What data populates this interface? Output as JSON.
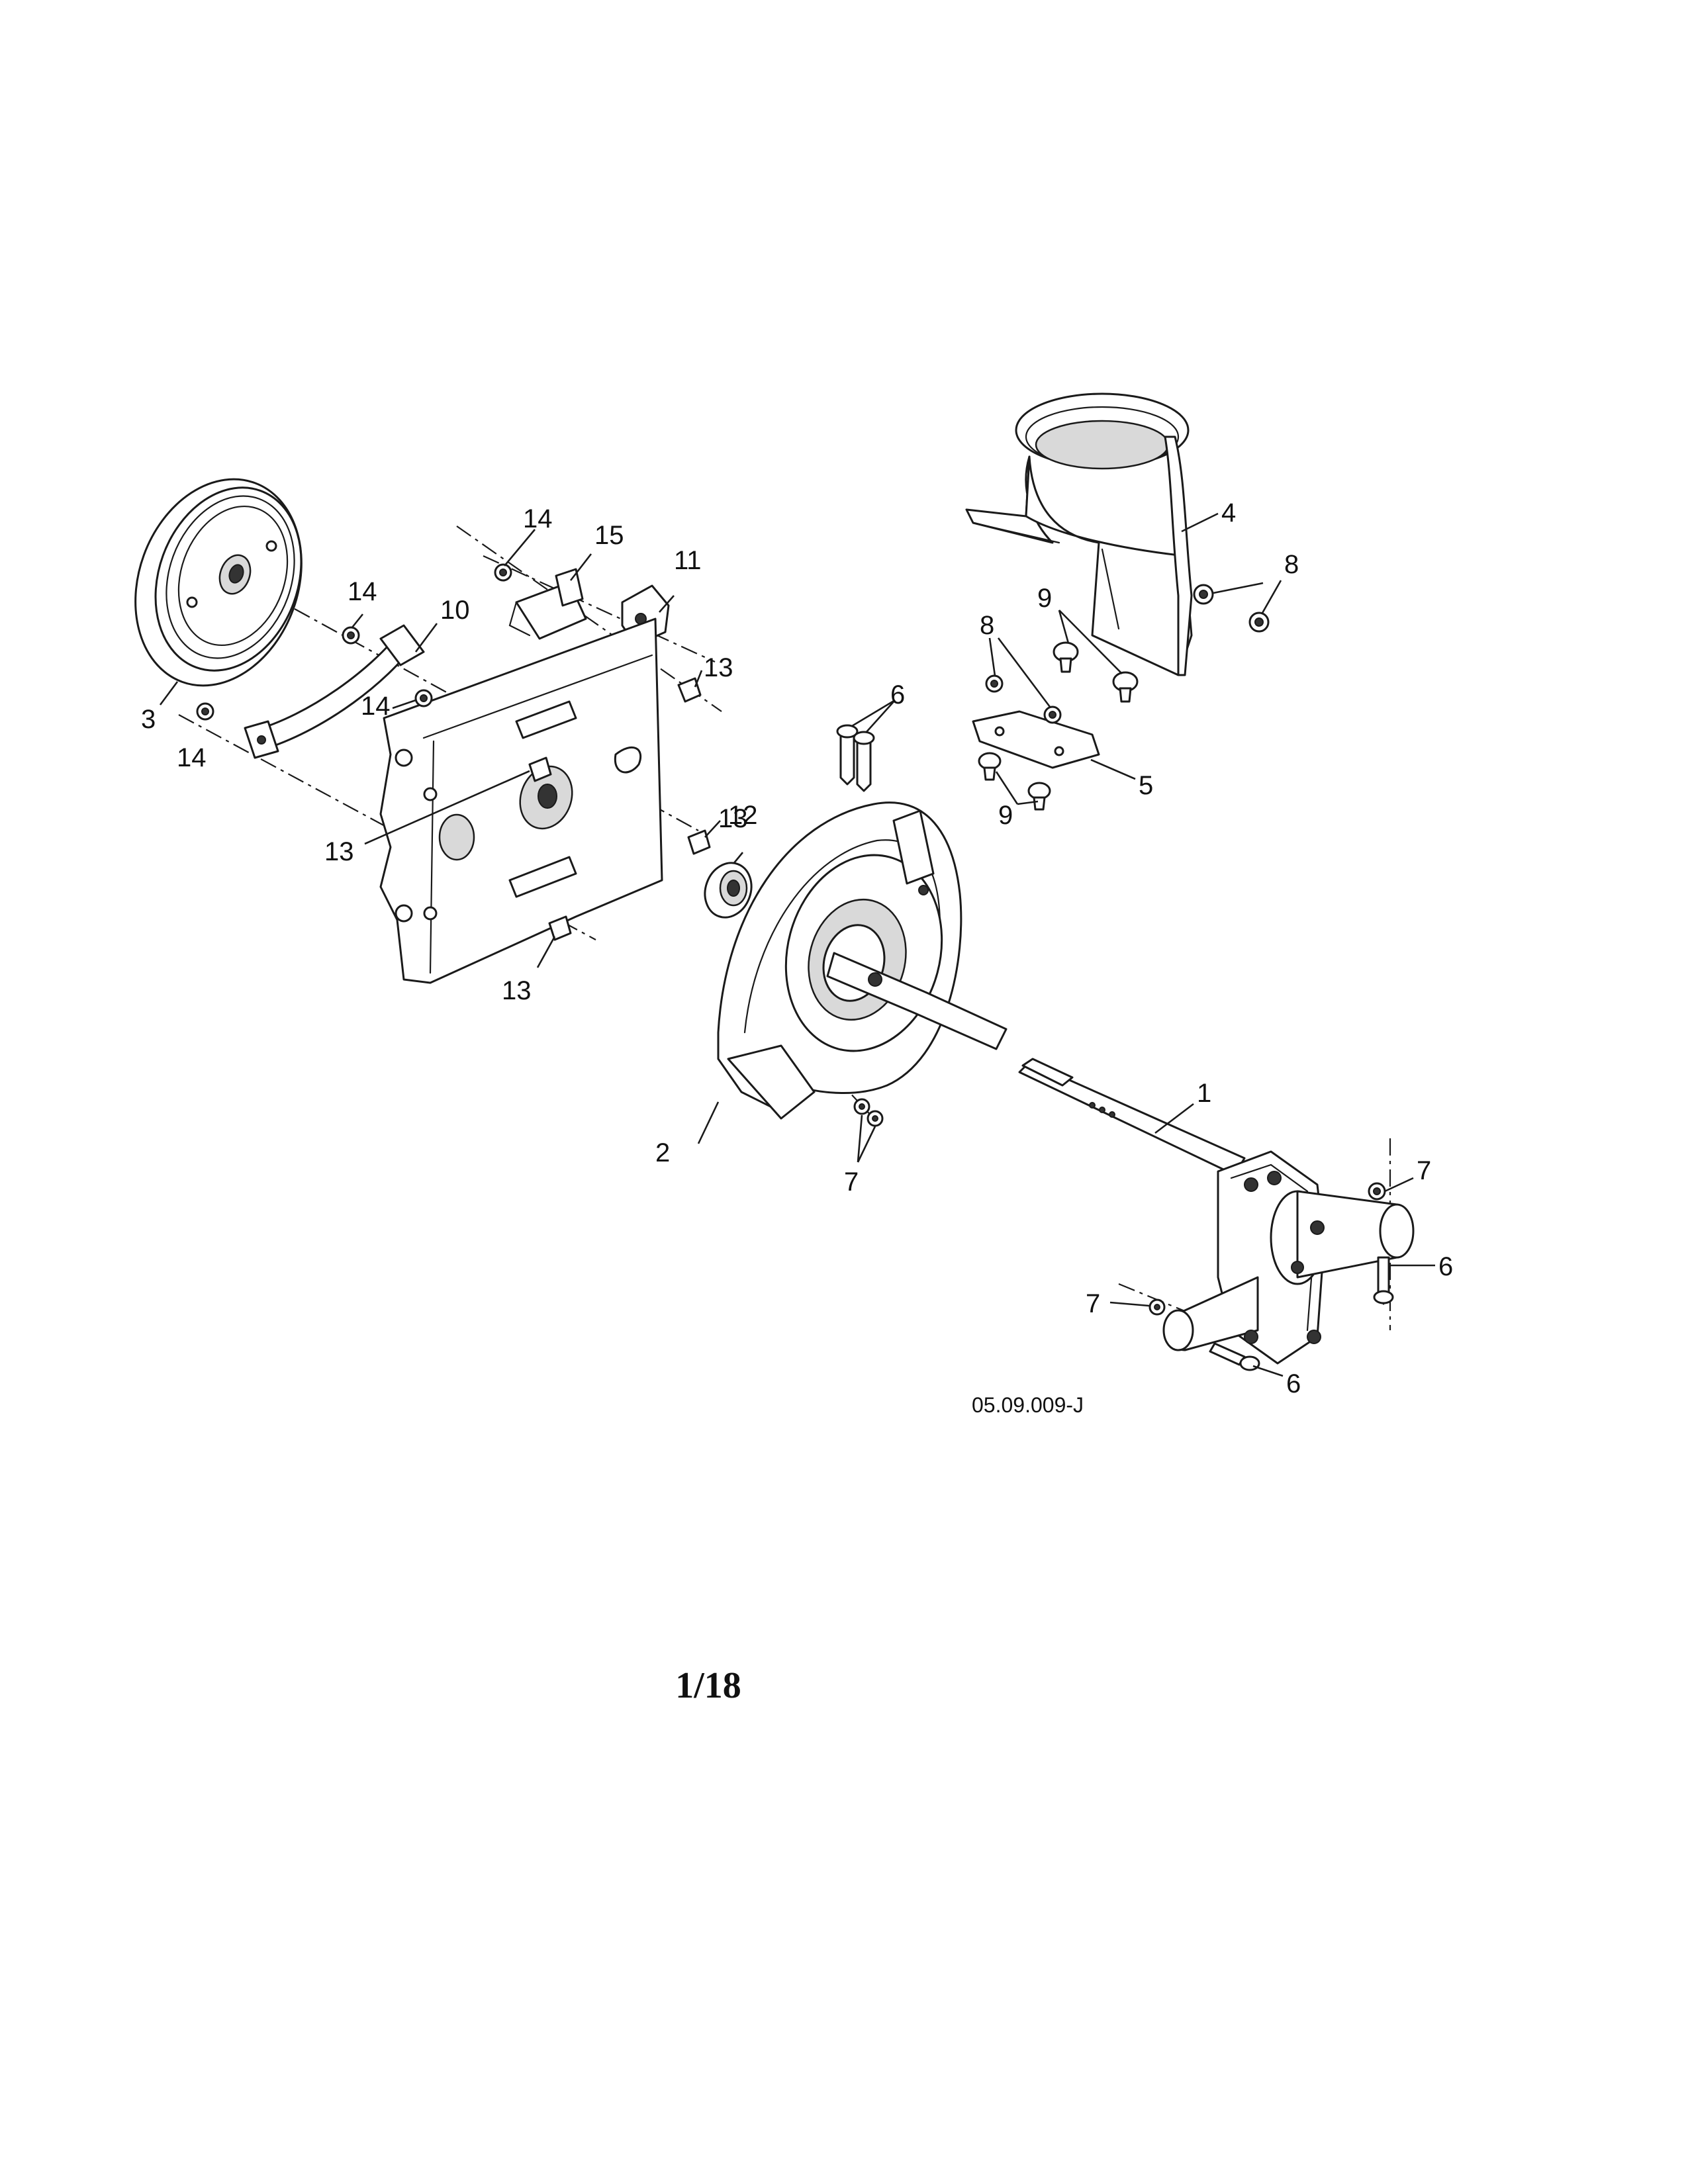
{
  "drawing_code": "05.09.009-J",
  "page_number": "1/18",
  "callouts": {
    "c1": "1",
    "c2": "2",
    "c3": "3",
    "c4": "4",
    "c5": "5",
    "c6a": "6",
    "c6b": "6",
    "c6c": "6",
    "c7a": "7",
    "c7b": "7",
    "c7c": "7",
    "c8a": "8",
    "c8b": "8",
    "c9a": "9",
    "c9b": "9",
    "c10": "10",
    "c11": "11",
    "c12": "12",
    "c13a": "13",
    "c13b": "13",
    "c13c": "13",
    "c13d": "13",
    "c14a": "14",
    "c14b": "14",
    "c14c": "14",
    "c14d": "14",
    "c15": "15"
  }
}
